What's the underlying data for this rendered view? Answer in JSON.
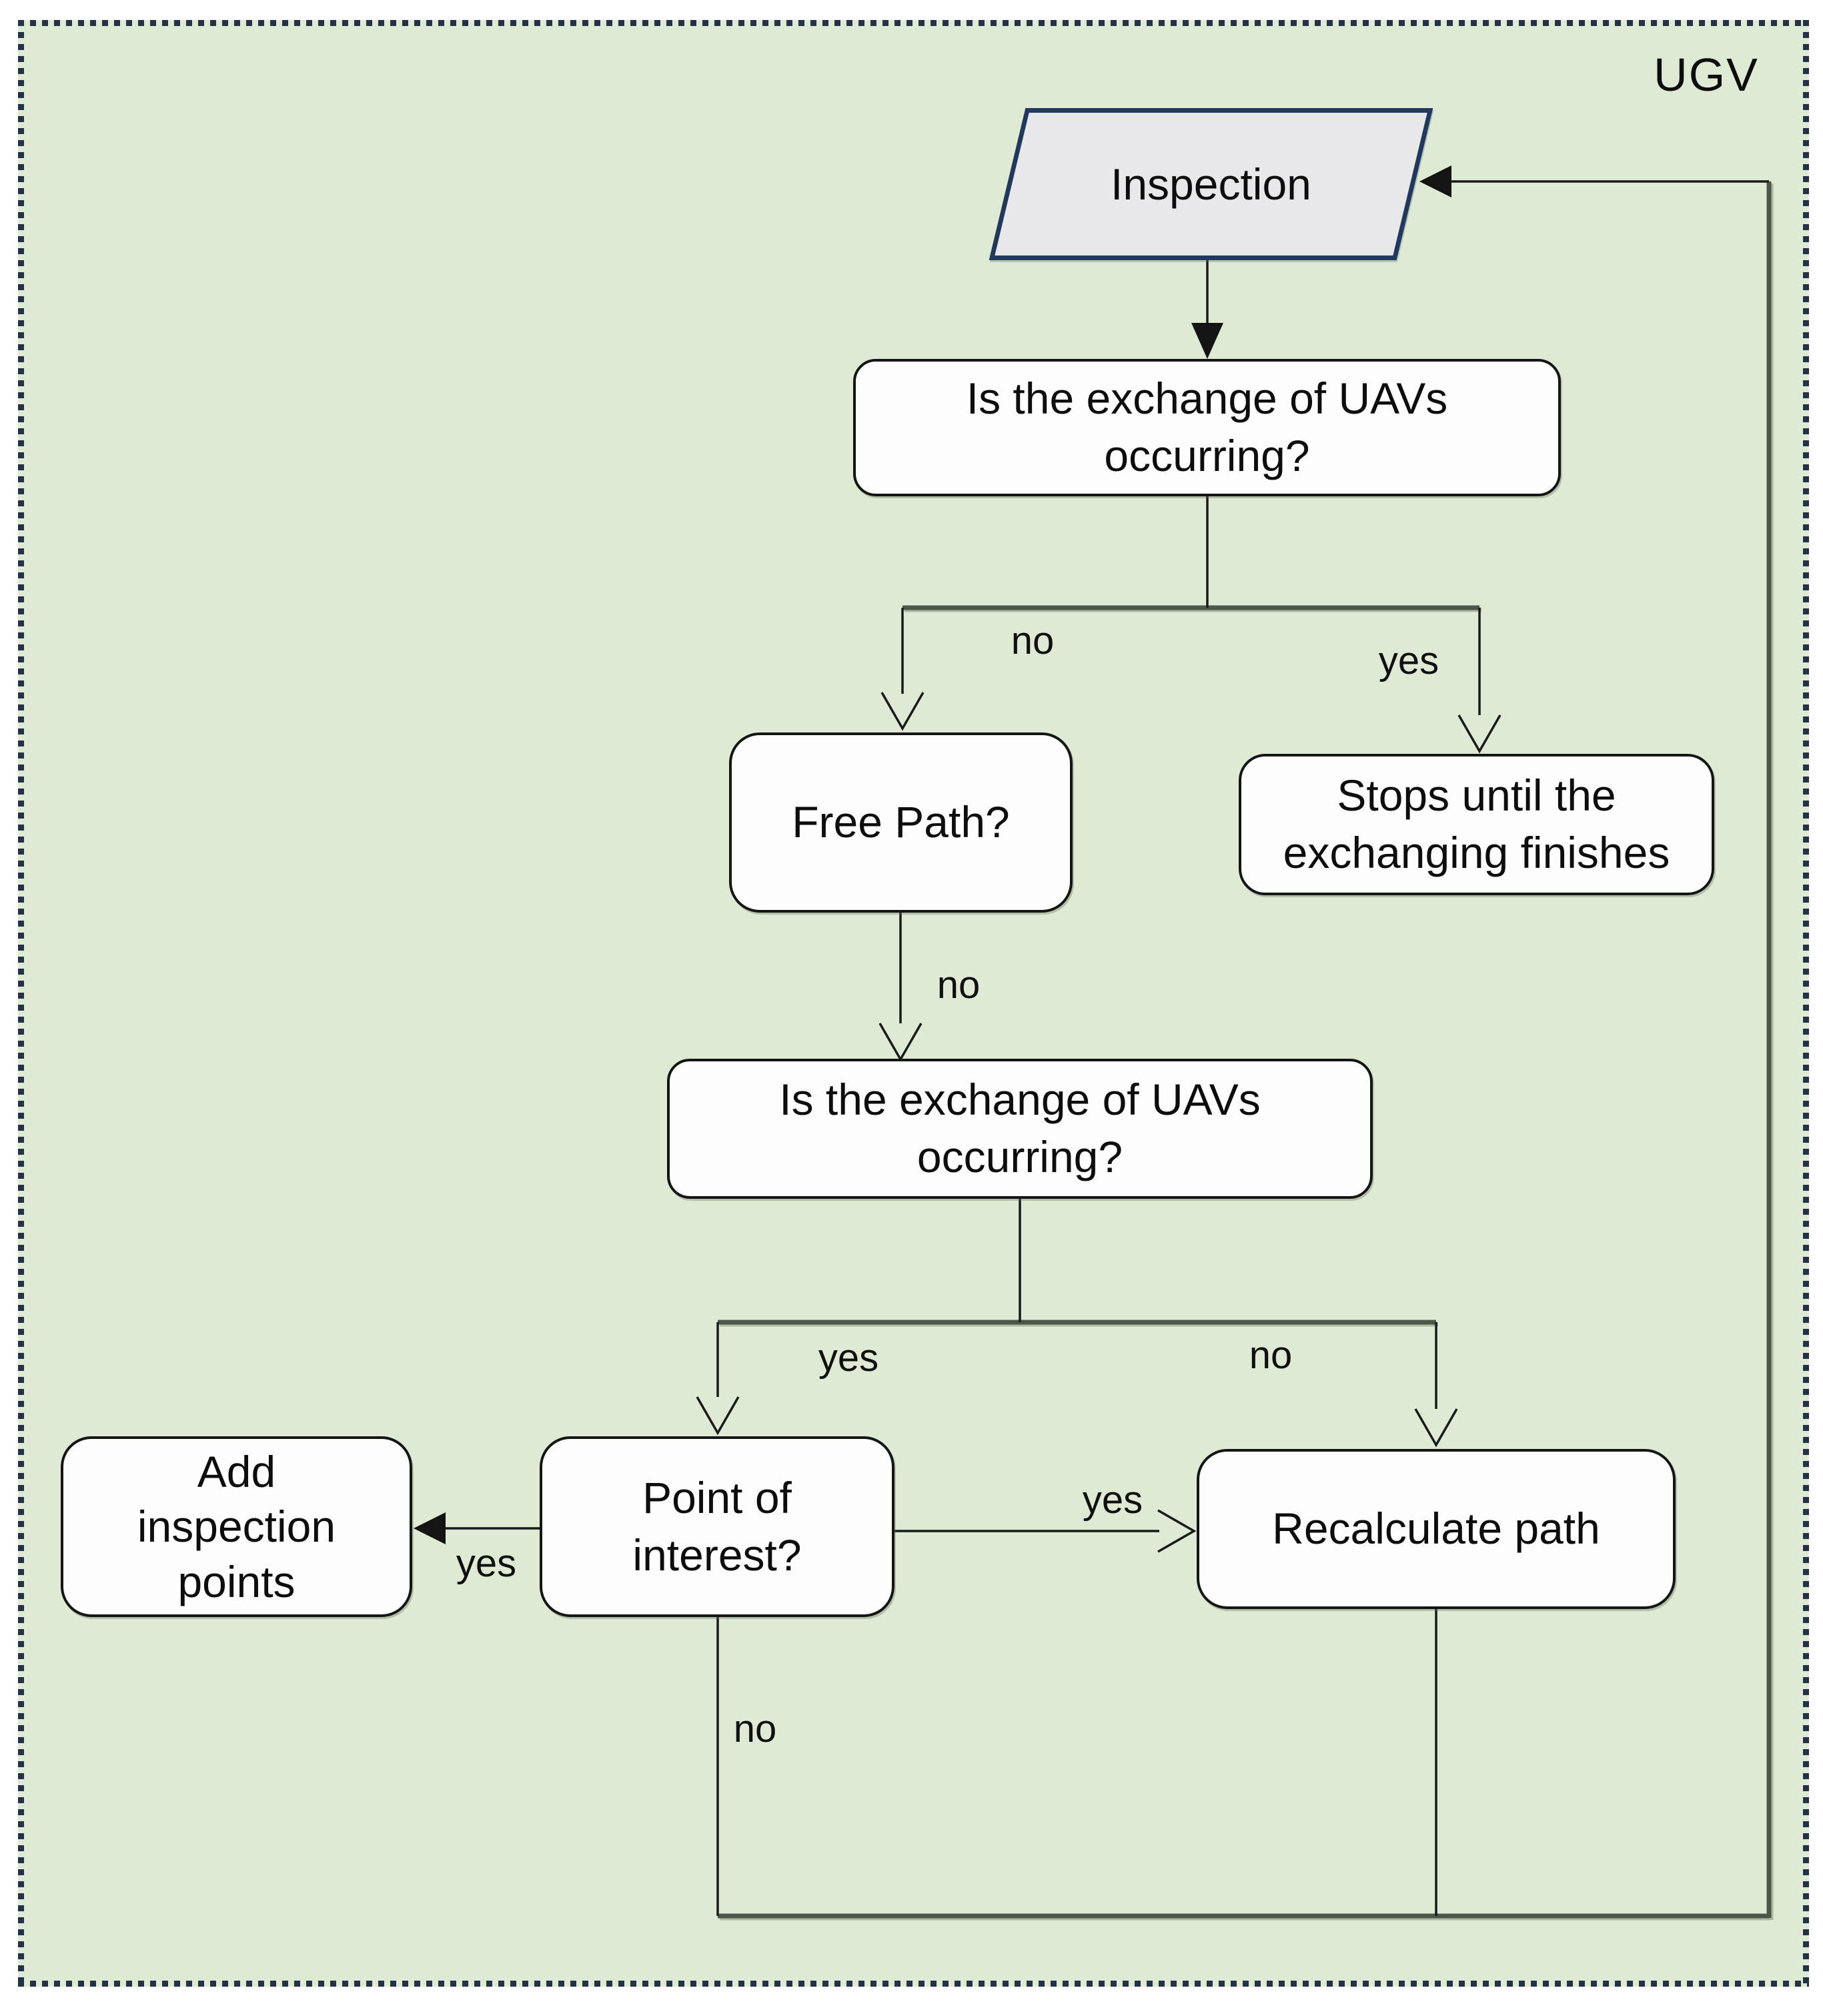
{
  "flowchart": {
    "panel_label": "UGV",
    "nodes": {
      "inspection": {
        "lines": [
          "Inspection"
        ]
      },
      "exchange_decision_top": {
        "lines": [
          "Is the exchange of UAVs",
          "occurring?"
        ]
      },
      "free_path": {
        "lines": [
          "Free Path?"
        ]
      },
      "stops_until_exchange": {
        "lines": [
          "Stops until the",
          "exchanging finishes"
        ]
      },
      "exchange_decision_mid": {
        "lines": [
          "Is the exchange of UAVs",
          "occurring?"
        ]
      },
      "add_inspection_points": {
        "lines": [
          "Add",
          "inspection",
          "points"
        ]
      },
      "point_of_interest": {
        "lines": [
          "Point of",
          "interest?"
        ]
      },
      "recalculate_path": {
        "lines": [
          "Recalculate path"
        ]
      }
    },
    "edge_labels": {
      "top_no": "no",
      "top_yes": "yes",
      "free_path_no": "no",
      "mid_yes": "yes",
      "mid_no": "no",
      "poi_yes_add": "yes",
      "poi_yes_recalc": "yes",
      "poi_no": "no"
    },
    "colors": {
      "panel_background": "#dfead4",
      "dotted_border": "#223349",
      "io_fill": "#e8e7ea",
      "io_border": "#20395c",
      "node_fill": "#fdfdfd",
      "node_border": "#151515",
      "connector": "#1a1a1a",
      "bus_connector": "#4d564a"
    }
  }
}
